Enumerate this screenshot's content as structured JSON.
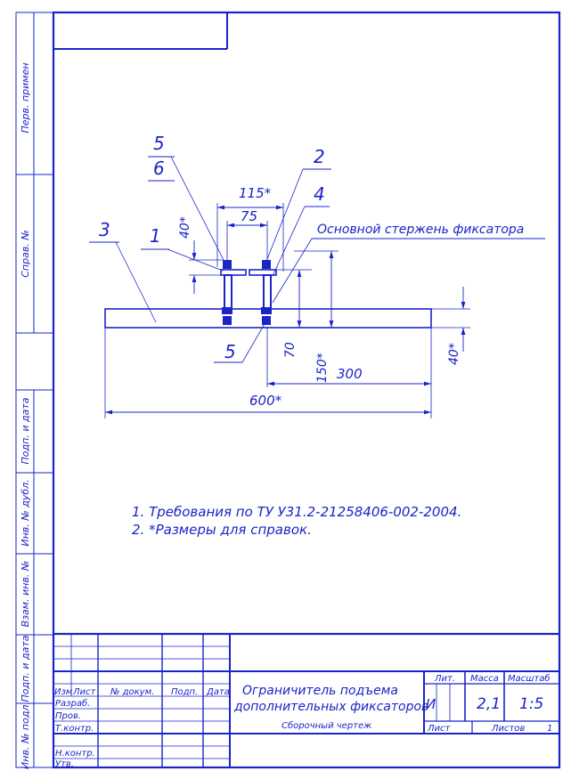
{
  "colors": {
    "ink": "#1a24c8",
    "paper": "#ffffff"
  },
  "side_stamps": {
    "perv_primen": "Перв. примен",
    "sprav_no": "Справ. №",
    "podp_i_data_1": "Подп. и дата",
    "inv_no_dubl": "Инв. № дубл.",
    "vzam_inv_no": "Взам. инв. №",
    "podp_i_data_2": "Подп. и дата",
    "inv_no_podl": "Инв. № подл."
  },
  "drawing": {
    "callouts": {
      "c5_top": "5",
      "c6": "6",
      "c2": "2",
      "c4": "4",
      "c3": "3",
      "c1": "1",
      "c5_bottom": "5"
    },
    "dimensions": {
      "d115": "115*",
      "d75": "75",
      "d40_left": "40*",
      "d70": "70",
      "d150": "150*",
      "d300": "300",
      "d600": "600*",
      "d40_right": "40*"
    },
    "leader_note": "Основной стержень фиксатора"
  },
  "notes": [
    "1. Требования по ТУ У31.2-21258406-002-2004.",
    "2. *Размеры для справок."
  ],
  "title_block": {
    "title_line1": "Ограничитель подъема",
    "title_line2": "дополнительных фиксаторов",
    "subtitle": "Сборочный чертеж",
    "col_izm": "Изм",
    "col_list": "Лист",
    "col_doc": "№ докум.",
    "col_podp": "Подп.",
    "col_data": "Дата",
    "row_razrab": "Разраб.",
    "row_prov": "Пров.",
    "row_tkontr": "Т.контр.",
    "row_nkontr": "Н.контр.",
    "row_utv": "Утв.",
    "lit_label": "Лит.",
    "mass_label": "Масса",
    "scale_label": "Масштаб",
    "lit_value": "И",
    "mass_value": "2,1",
    "scale_value": "1:5",
    "sheet_label": "Лист",
    "sheets_label": "Листов",
    "sheets_value": "1"
  }
}
